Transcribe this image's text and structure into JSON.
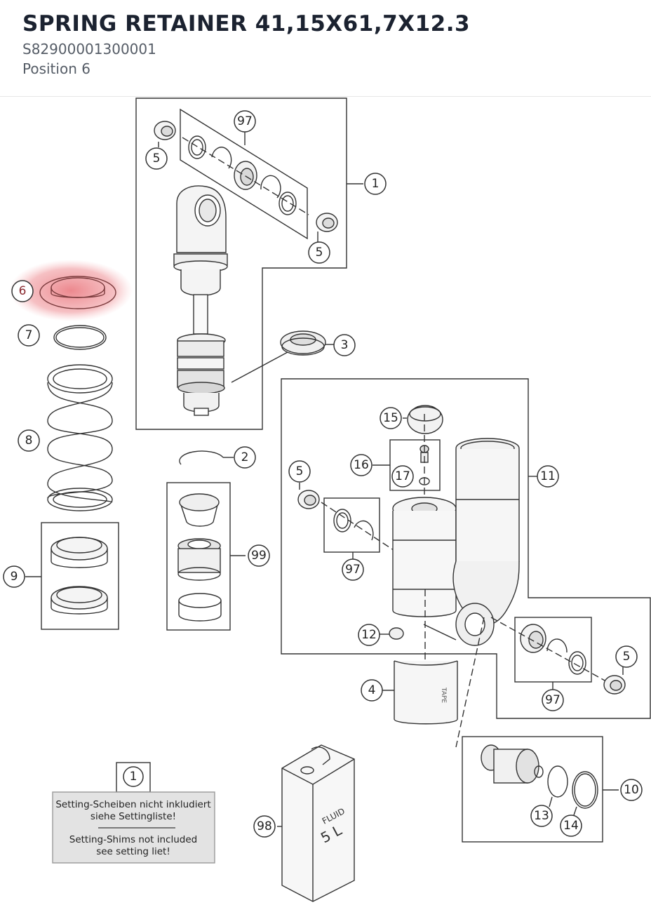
{
  "header": {
    "title": "SPRING RETAINER 41,15X61,7X12.3",
    "part_number": "S82900001300001",
    "position": "Position 6"
  },
  "diagram": {
    "highlight_color": "#e9737a",
    "callouts": {
      "c1": "1",
      "c2": "2",
      "c3": "3",
      "c4": "4",
      "c5a": "5",
      "c5b": "5",
      "c5c": "5",
      "c5d": "5",
      "c6": "6",
      "c7": "7",
      "c8": "8",
      "c9": "9",
      "c10": "10",
      "c11": "11",
      "c12": "12",
      "c13": "13",
      "c14": "14",
      "c15": "15",
      "c16": "16",
      "c17": "17",
      "c97a": "97",
      "c97b": "97",
      "c97c": "97",
      "c98": "98",
      "c99": "99",
      "c1b": "1"
    },
    "note": {
      "line1": "Setting-Scheiben nicht inkludiert",
      "line2": "siehe Settingliste!",
      "line3": "Setting-Shims not included",
      "line4": "see setting liet!"
    },
    "can": {
      "label1": "FLUID",
      "label2": "5 L"
    },
    "bag": {
      "label": "TAPE"
    }
  }
}
